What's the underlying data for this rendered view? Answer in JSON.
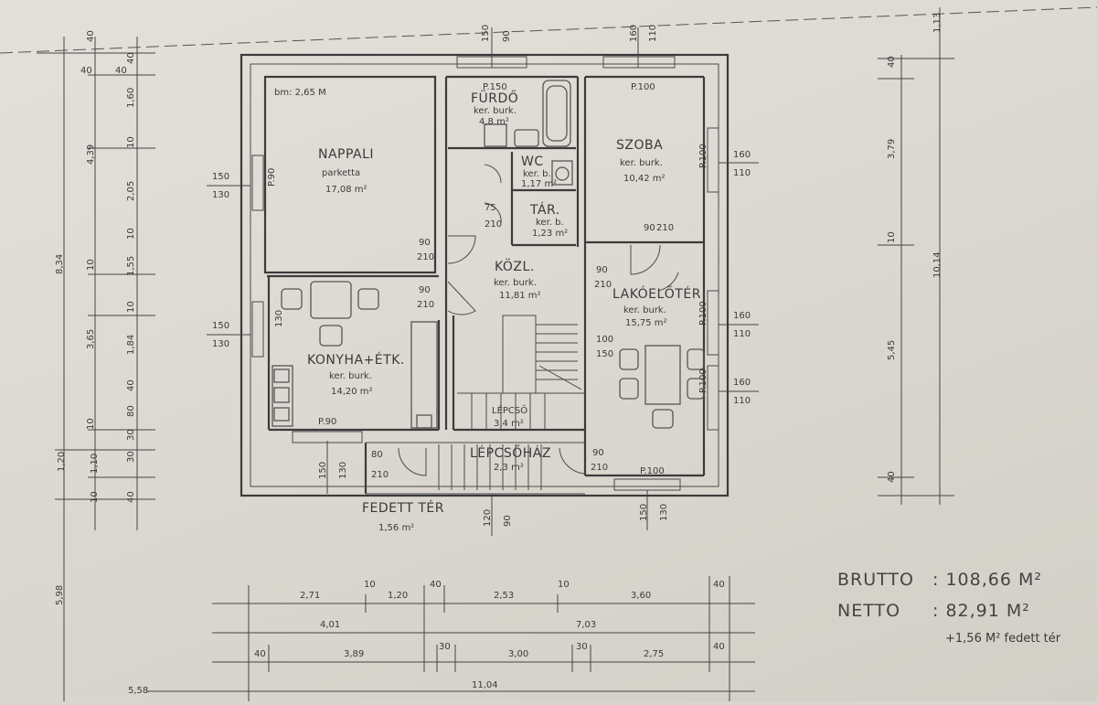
{
  "plan": {
    "height_note": "bm: 2,65 M",
    "rooms": {
      "nappali": {
        "name": "NAPPALI",
        "floor": "parketta",
        "area": "17,08 m²"
      },
      "furdo": {
        "name": "FÜRDŐ",
        "floor": "ker. burk.",
        "area": "4,8 m²"
      },
      "wc": {
        "name": "WC",
        "floor": "ker. b.",
        "area": "1,17 m²"
      },
      "tar": {
        "name": "TÁR.",
        "floor": "ker. b.",
        "area": "1,23 m²"
      },
      "szoba": {
        "name": "SZOBA",
        "floor": "ker. burk.",
        "area": "10,42 m²"
      },
      "kozl": {
        "name": "KÖZL.",
        "floor": "ker. burk.",
        "area": "11,81 m²"
      },
      "konyha": {
        "name": "KONYHA+ÉTK.",
        "floor": "ker. burk.",
        "area": "14,20 m²"
      },
      "lakoelo": {
        "name": "LAKÓELŐTÉR",
        "floor": "ker. burk.",
        "area": "15,75 m²"
      },
      "lepcso_small": {
        "name": "LÉPCSŐ",
        "area": "3,4 m²"
      },
      "lepcsohaz": {
        "name": "LÉPCSŐHÁZ",
        "area": "2,3 m²"
      },
      "fedett": {
        "name": "FEDETT TÉR",
        "area": "1,56 m²"
      }
    },
    "openings": {
      "nappali_win": [
        "150",
        "130",
        "P.90"
      ],
      "konyha_win": [
        "150",
        "130"
      ],
      "konyha_bottom": [
        "P.90"
      ],
      "szoba_win": [
        "160",
        "110",
        "P.100"
      ],
      "szoba_top": [
        "160",
        "110",
        "P.100"
      ],
      "lakoelo_win1": [
        "160",
        "110",
        "P.100"
      ],
      "lakoelo_win2": [
        "160",
        "110",
        "P.100"
      ],
      "furdo_top": [
        "150",
        "90",
        "P.150"
      ],
      "door_90_210": [
        "90",
        "210"
      ],
      "door_80_210": [
        "80",
        "210"
      ],
      "door_75_210": [
        "75",
        "210"
      ],
      "lakoelo_opening": [
        "100",
        "150"
      ],
      "bottom_win": [
        "150",
        "130"
      ],
      "bottom_win2": [
        "150",
        "130"
      ],
      "bottom_mid": [
        "120",
        "90"
      ],
      "bottom_p": "P.100"
    },
    "dims_left": {
      "outer": [
        "8,34",
        "5,98",
        "5,58"
      ],
      "col2": [
        "40",
        "4,39",
        "10",
        "3,65",
        "10",
        "1,20"
      ],
      "col3": [
        "40",
        "1,60",
        "10",
        "2,05",
        "10",
        "1,55",
        "10",
        "1,84",
        "40",
        "30",
        "1,10",
        "10"
      ],
      "col4": [
        "40",
        "10",
        "40",
        "10",
        "80",
        "30",
        "10"
      ]
    },
    "dims_right": [
      "40",
      "1,13",
      "3,79",
      "10",
      "10,14",
      "5,45",
      "40"
    ],
    "dims_bottom": {
      "row1": [
        "2,71",
        "10",
        "1,20",
        "40",
        "2,53",
        "10",
        "3,60",
        "40"
      ],
      "row2": [
        "4,01",
        "7,03"
      ],
      "row3": [
        "40",
        "3,89",
        "30",
        "3,00",
        "30",
        "2,75",
        "40"
      ],
      "row4": [
        "11,04"
      ]
    },
    "summary": {
      "brutto_label": "BRUTTO",
      "brutto_value": ": 108,66 M²",
      "netto_label": "NETTO",
      "netto_value": ": 82,91 M²",
      "covered": "+1,56 M² fedett tér"
    }
  }
}
